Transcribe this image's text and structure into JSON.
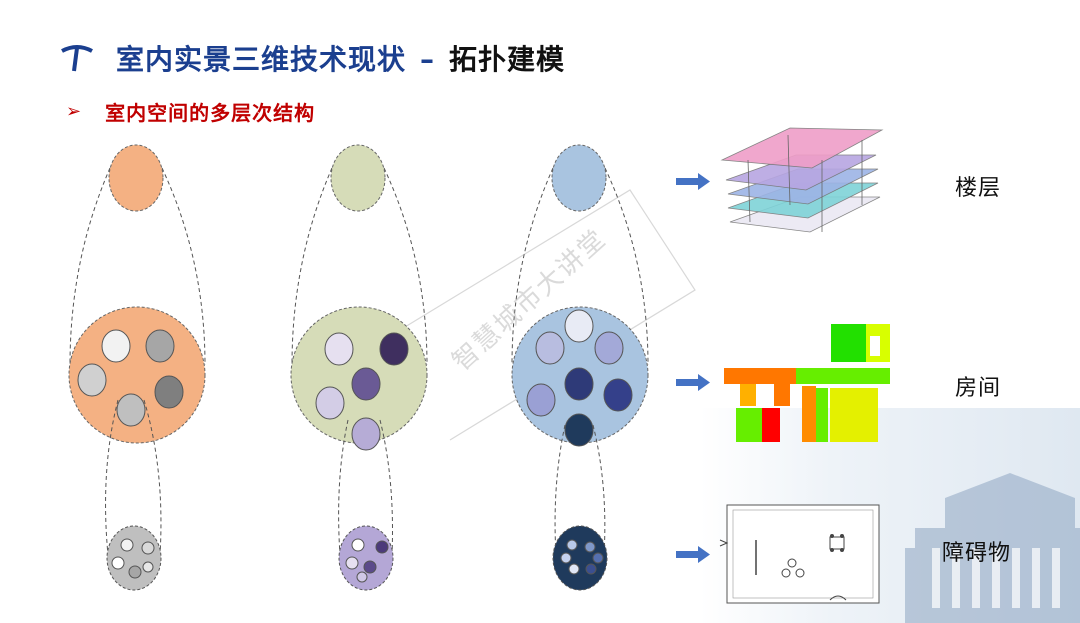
{
  "header": {
    "title": "室内实景三维技术现状",
    "dash": "–",
    "topic": "拓扑建模"
  },
  "section": {
    "bullet": "➢",
    "subtitle": "室内空间的多层次结构"
  },
  "rows": [
    {
      "label": "楼层"
    },
    {
      "label": "房间"
    },
    {
      "label": "障碍物"
    }
  ],
  "watermark": "智慧城市大讲堂",
  "colors": {
    "title": "#1b3f8f",
    "subtitle": "#c00000",
    "orange": "#f4b183",
    "green": "#d6dcb8",
    "blue": "#a9c4e0",
    "arrow": "#4472c4"
  }
}
